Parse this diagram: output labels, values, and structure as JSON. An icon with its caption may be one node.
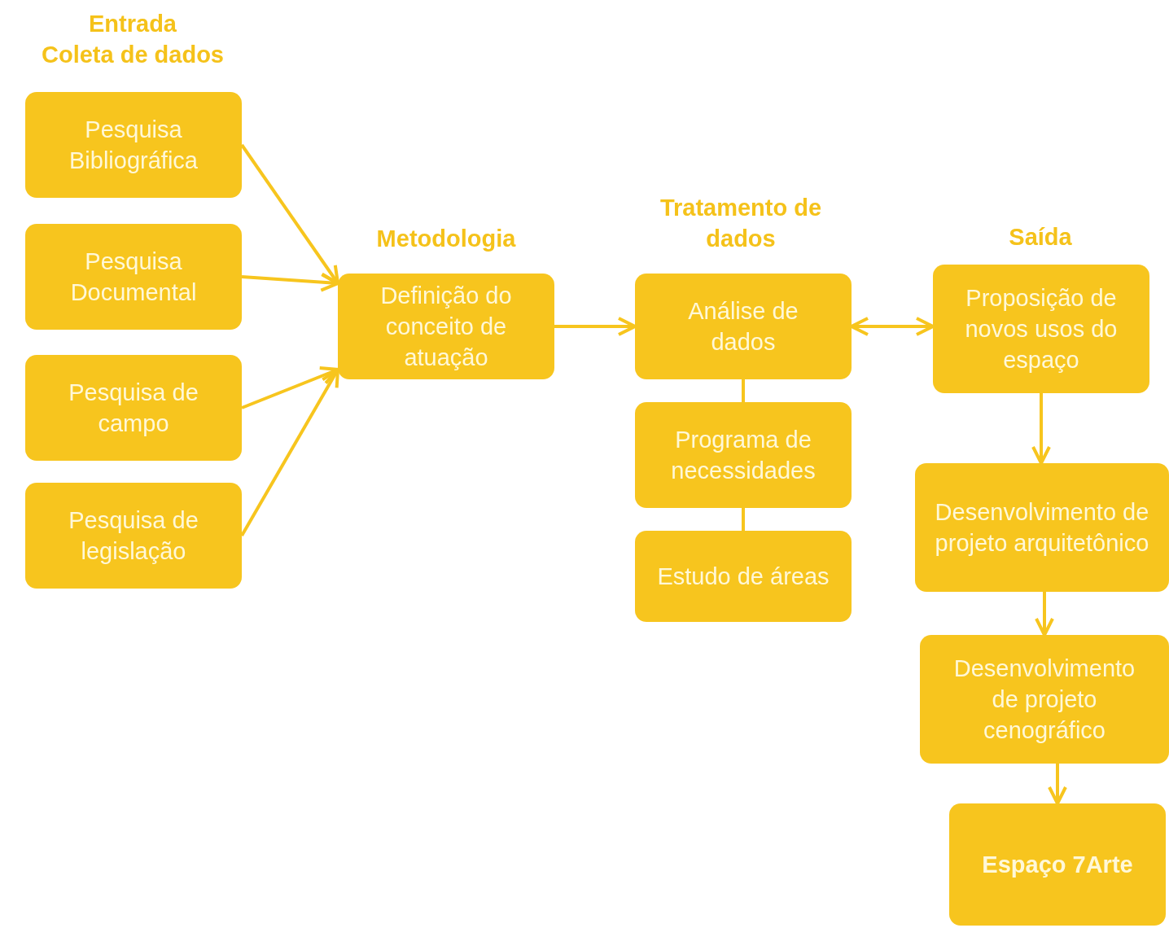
{
  "diagram": {
    "nodes": [
      {
        "text": [
          "Pesquisa Bibliográfica"
        ]
      },
      {
        "text": [
          "Pesquisa Documental"
        ]
      },
      {
        "text": [
          "Pesquisa de campo"
        ]
      },
      {
        "text": [
          "Pesquisa de legislação"
        ]
      },
      {
        "text": [
          "Definição do conceito de atuação"
        ]
      },
      {
        "text": [
          "Análise de dados"
        ]
      },
      {
        "text": [
          "Programa de necessidades"
        ]
      },
      {
        "text": [
          "Estudo de áreas"
        ]
      },
      {
        "text": [
          "Proposição de novos usos do espaço"
        ]
      },
      {
        "text": [
          "Desenvolvimento de projeto arquitetônico"
        ]
      },
      {
        "text": [
          "Desenvolvimento de projeto cenográfico"
        ]
      },
      {
        "text": [
          "Espaço 7Arte"
        ]
      }
    ],
    "edges": [
      {
        "from": 0,
        "to": 4,
        "arrow": "to"
      },
      {
        "from": 1,
        "to": 4,
        "arrow": "to"
      },
      {
        "from": 2,
        "to": 4,
        "arrow": "to"
      },
      {
        "from": 3,
        "to": 4,
        "arrow": "to"
      },
      {
        "from": 4,
        "to": 5,
        "arrow": "to"
      },
      {
        "from": 5,
        "to": 8,
        "arrow": "both"
      },
      {
        "from": 5,
        "to": 6,
        "arrow": "none"
      },
      {
        "from": 6,
        "to": 7,
        "arrow": "none"
      },
      {
        "from": 8,
        "to": 9,
        "arrow": "to"
      },
      {
        "from": 9,
        "to": 10,
        "arrow": "to"
      },
      {
        "from": 10,
        "to": 11,
        "arrow": "to"
      }
    ],
    "labels": [
      "Entrada",
      "Coleta de dados",
      "Metodologia",
      "Tratamento de dados",
      "Saída"
    ]
  }
}
